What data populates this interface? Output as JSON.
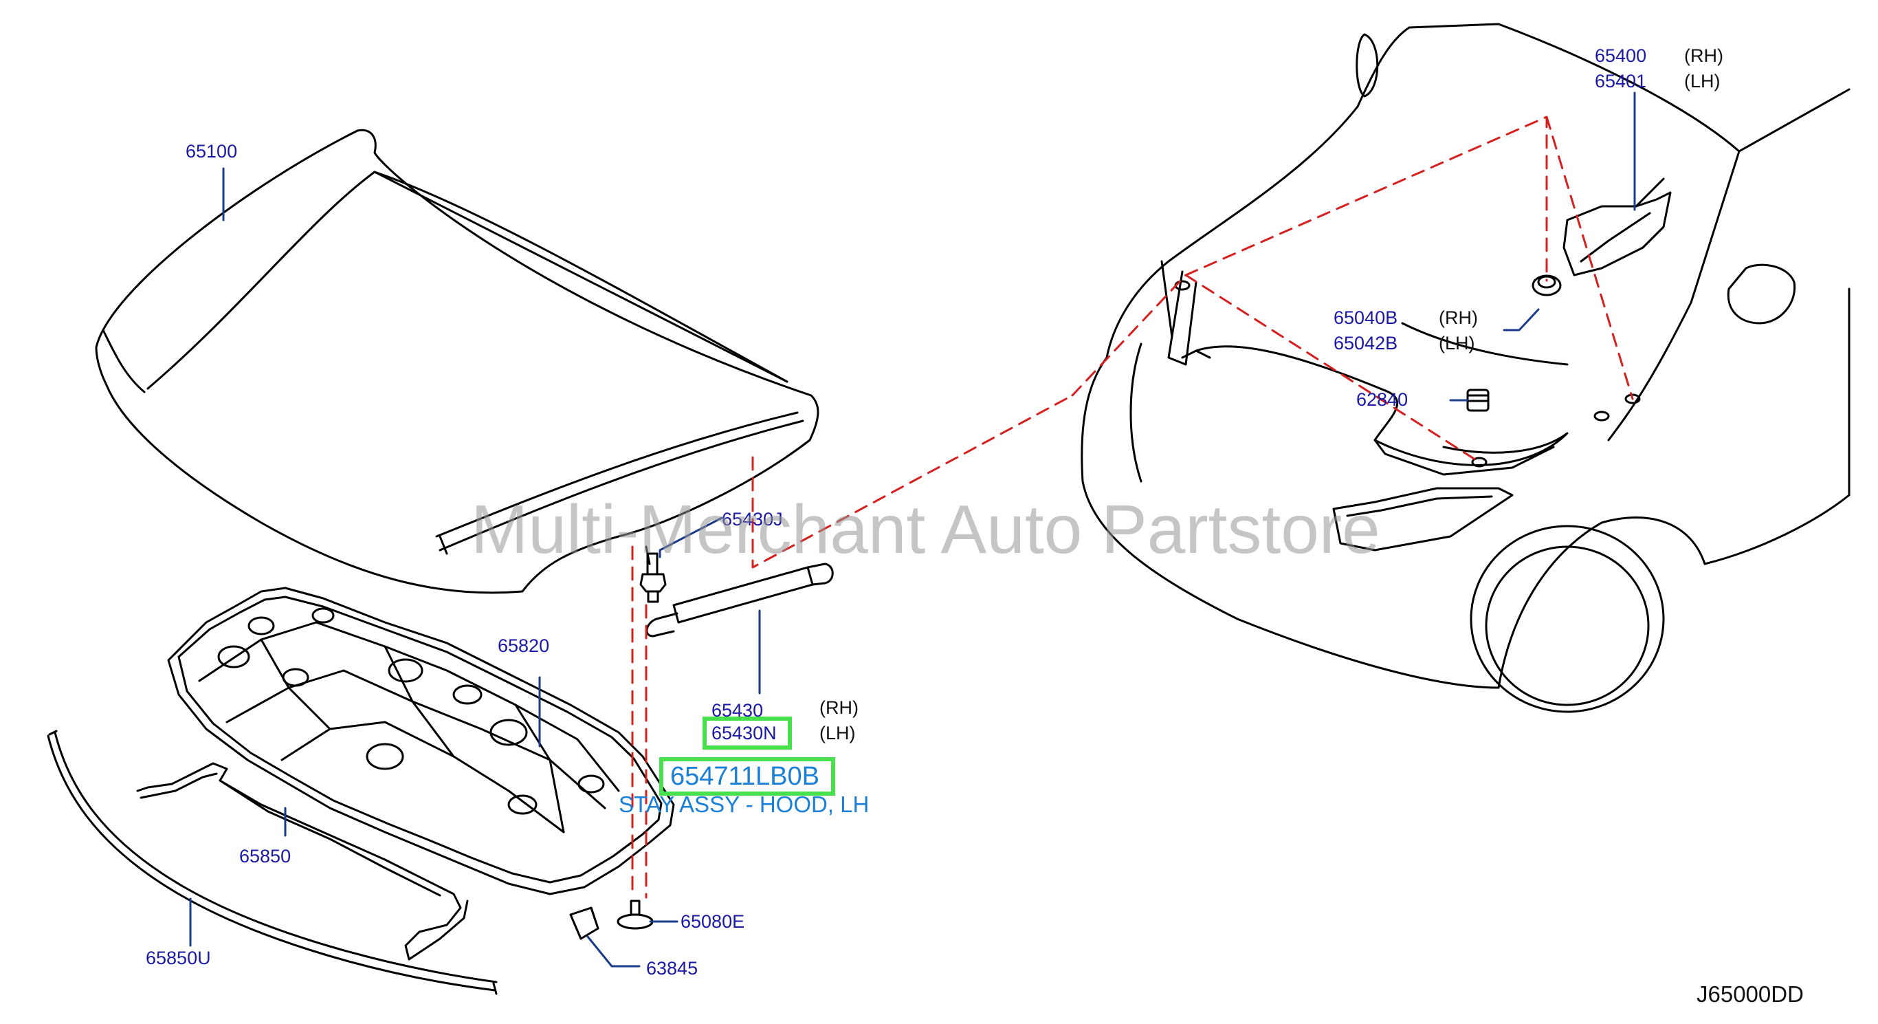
{
  "diagram": {
    "callouts": [
      {
        "id": "hood",
        "part": "65100"
      },
      {
        "id": "hinge-rh",
        "part": "65400",
        "side": "(RH)"
      },
      {
        "id": "hinge-lh",
        "part": "65401",
        "side": "(LH)"
      },
      {
        "id": "bumper-rh",
        "part": "65040B",
        "side": "(RH)"
      },
      {
        "id": "bumper-lh",
        "part": "65042B",
        "side": "(LH)"
      },
      {
        "id": "bumper-rubber",
        "part": "62840"
      },
      {
        "id": "stud",
        "part": "65430J"
      },
      {
        "id": "insulator",
        "part": "65820"
      },
      {
        "id": "stay-rh",
        "part": "65430",
        "side": "(RH)"
      },
      {
        "id": "stay-lh",
        "part": "65430N",
        "side": "(LH)"
      },
      {
        "id": "seal",
        "part": "65850"
      },
      {
        "id": "seal-upper",
        "part": "65850U"
      },
      {
        "id": "clip",
        "part": "65080E"
      },
      {
        "id": "clip-b",
        "part": "63845"
      }
    ],
    "highlight": {
      "part_number": "654711LB0B",
      "description": "STAY ASSY - HOOD, LH"
    },
    "watermark": "Multi-Merchant Auto Partstore",
    "diagram_code": "J65000DD",
    "colors": {
      "callout_text": "#1a1aa6",
      "leader_line": "#1a3a8a",
      "dashed_line": "#d62020",
      "highlight_box": "#49e04d",
      "highlight_text": "#1a7fd6",
      "watermark": "#969696"
    }
  }
}
